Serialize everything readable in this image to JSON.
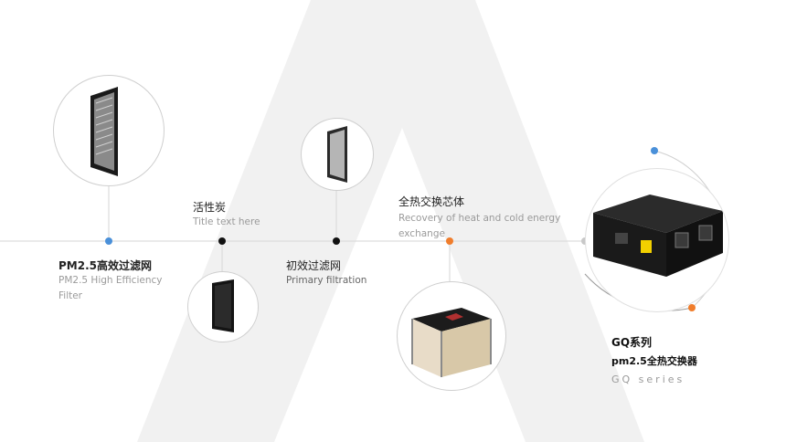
{
  "colors": {
    "accent_blue": "#4a90d9",
    "accent_orange": "#f07d2c",
    "node_black": "#111111",
    "node_gray": "#c8c8c8",
    "line": "#d6d6d6",
    "logo": "#eeeeee"
  },
  "items": [
    {
      "title": "PM2.5高效过滤网",
      "subtitle_lines": [
        "PM2.5 High Efficiency",
        "Filter"
      ]
    },
    {
      "title": "活性炭",
      "subtitle_lines": [
        "Title text here"
      ]
    },
    {
      "title": "初效过滤网",
      "subtitle_lines": [
        "Primary filtration"
      ]
    },
    {
      "title": "全热交换芯体",
      "subtitle_lines": [
        "Recovery of heat and cold energy",
        "exchange"
      ]
    }
  ],
  "product": {
    "title": "GQ系列",
    "subtitle": "pm2.5全热交换器",
    "series": "GQ series"
  }
}
